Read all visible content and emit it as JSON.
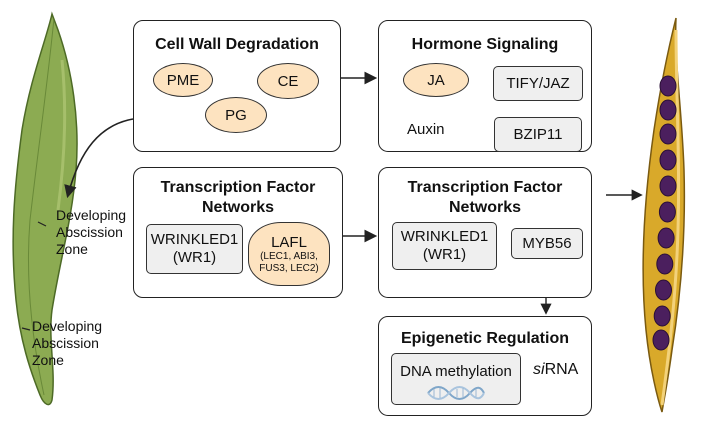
{
  "panels": {
    "cell_wall": {
      "title": "Cell Wall Degradation",
      "items": [
        "PME",
        "CE",
        "PG"
      ]
    },
    "hormone": {
      "title": "Hormone Signaling",
      "ja": "JA",
      "tify_jaz": "TIFY/JAZ",
      "auxin": "Auxin",
      "bzip11": "BZIP11"
    },
    "tf_left": {
      "title_line1": "Transcription Factor",
      "title_line2": "Networks",
      "wri_line1": "WRINKLED1",
      "wri_line2": "(WR1)",
      "lafl": "LAFL",
      "lafl_sub1": "(LEC1, ABI3,",
      "lafl_sub2": "FUS3, LEC2)"
    },
    "tf_right": {
      "title_line1": "Transcription Factor",
      "title_line2": "Networks",
      "wri_line1": "WRINKLED1",
      "wri_line2": "(WR1)",
      "myb": "MYB56"
    },
    "epigenetic": {
      "title": "Epigenetic Regulation",
      "dna": "DNA methylation",
      "sirna_prefix": "si",
      "sirna_suffix": "RNA"
    }
  },
  "pod_labels": {
    "upper_line1": "Developing",
    "upper_line2": "Abscission",
    "upper_line3": "Zone",
    "lower_line1": "Developing",
    "lower_line2": "Abscission",
    "lower_line3": "Zone"
  },
  "colors": {
    "oval_fill": "#fde3c0",
    "rect_fill": "#efefef",
    "pod_green": "#8cab52",
    "pod_yellow": "#d9a92a",
    "seed_purple": "#4b1f5e"
  }
}
